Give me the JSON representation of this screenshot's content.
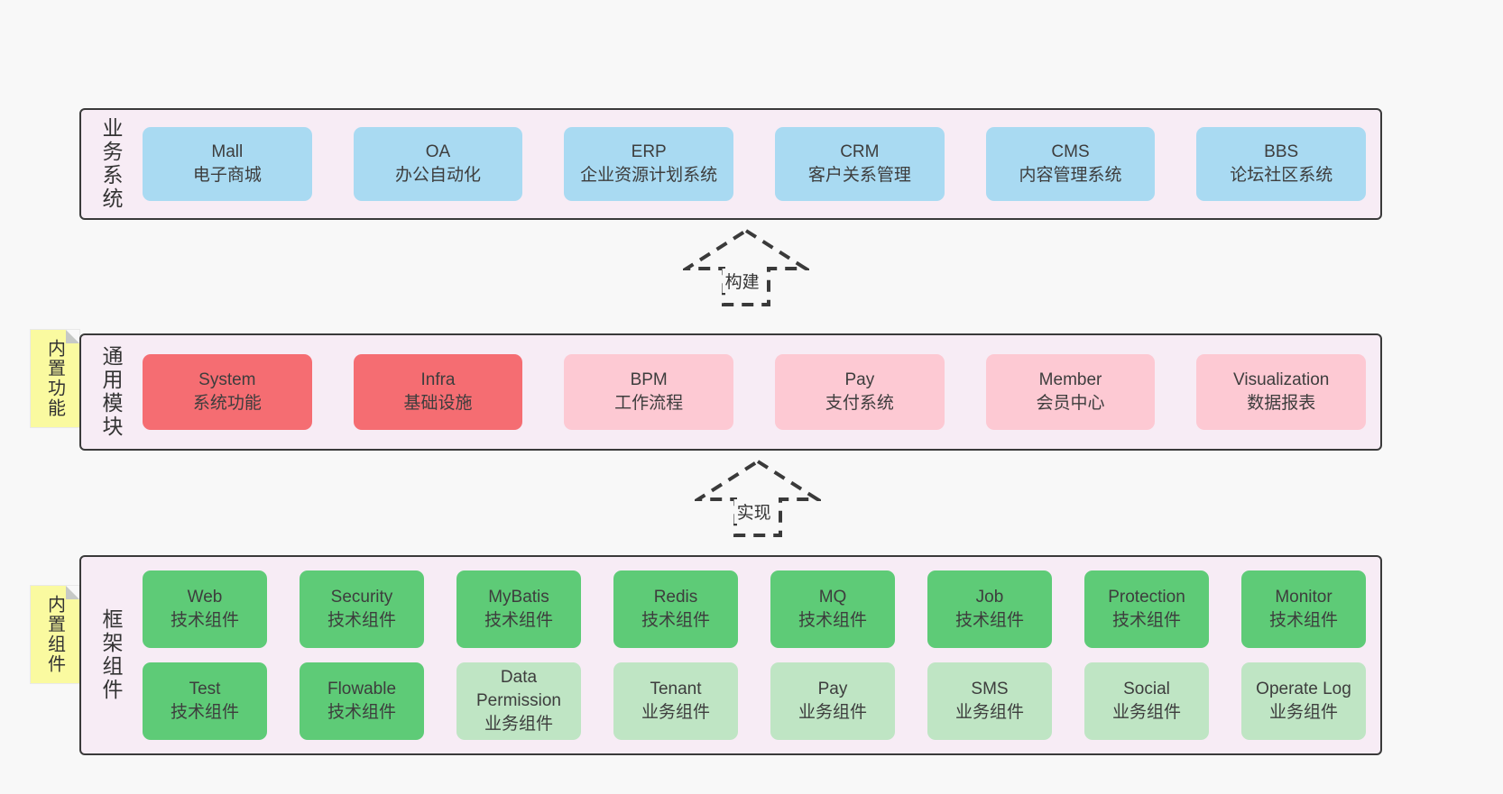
{
  "colors": {
    "page_bg": "#f8f8f8",
    "layer_bg": "#f7ecf5",
    "layer_border": "#3a3a3a",
    "blue_box": "#a9daf2",
    "red_box": "#f56d72",
    "pink_box": "#fdc9d3",
    "green_box": "#5ecb77",
    "light_green_box": "#bfe5c4",
    "note_yellow": "#fafaa0",
    "text": "#3d3d3d"
  },
  "arrows": [
    {
      "label": "构建"
    },
    {
      "label": "实现"
    }
  ],
  "layers": [
    {
      "label": "业务系统",
      "boxes": [
        {
          "title": "Mall",
          "subtitle": "电子商城",
          "variant": "blue"
        },
        {
          "title": "OA",
          "subtitle": "办公自动化",
          "variant": "blue"
        },
        {
          "title": "ERP",
          "subtitle": "企业资源计划系统",
          "variant": "blue"
        },
        {
          "title": "CRM",
          "subtitle": "客户关系管理",
          "variant": "blue"
        },
        {
          "title": "CMS",
          "subtitle": "内容管理系统",
          "variant": "blue"
        },
        {
          "title": "BBS",
          "subtitle": "论坛社区系统",
          "variant": "blue"
        }
      ]
    },
    {
      "label": "通用模块",
      "note": "内置功能",
      "boxes": [
        {
          "title": "System",
          "subtitle": "系统功能",
          "variant": "red"
        },
        {
          "title": "Infra",
          "subtitle": "基础设施",
          "variant": "red"
        },
        {
          "title": "BPM",
          "subtitle": "工作流程",
          "variant": "pink"
        },
        {
          "title": "Pay",
          "subtitle": "支付系统",
          "variant": "pink"
        },
        {
          "title": "Member",
          "subtitle": "会员中心",
          "variant": "pink"
        },
        {
          "title": "Visualization",
          "subtitle": "数据报表",
          "variant": "pink"
        }
      ]
    },
    {
      "label": "框架组件",
      "note": "内置组件",
      "rows": [
        [
          {
            "title": "Web",
            "subtitle": "技术组件",
            "variant": "green"
          },
          {
            "title": "Security",
            "subtitle": "技术组件",
            "variant": "green"
          },
          {
            "title": "MyBatis",
            "subtitle": "技术组件",
            "variant": "green"
          },
          {
            "title": "Redis",
            "subtitle": "技术组件",
            "variant": "green"
          },
          {
            "title": "MQ",
            "subtitle": "技术组件",
            "variant": "green"
          },
          {
            "title": "Job",
            "subtitle": "技术组件",
            "variant": "green"
          },
          {
            "title": "Protection",
            "subtitle": "技术组件",
            "variant": "green"
          },
          {
            "title": "Monitor",
            "subtitle": "技术组件",
            "variant": "green"
          }
        ],
        [
          {
            "title": "Test",
            "subtitle": "技术组件",
            "variant": "green"
          },
          {
            "title": "Flowable",
            "subtitle": "技术组件",
            "variant": "green"
          },
          {
            "title": "Data Permission",
            "subtitle": "业务组件",
            "variant": "lightgreen"
          },
          {
            "title": "Tenant",
            "subtitle": "业务组件",
            "variant": "lightgreen"
          },
          {
            "title": "Pay",
            "subtitle": "业务组件",
            "variant": "lightgreen"
          },
          {
            "title": "SMS",
            "subtitle": "业务组件",
            "variant": "lightgreen"
          },
          {
            "title": "Social",
            "subtitle": "业务组件",
            "variant": "lightgreen"
          },
          {
            "title": "Operate Log",
            "subtitle": "业务组件",
            "variant": "lightgreen"
          }
        ]
      ]
    }
  ]
}
